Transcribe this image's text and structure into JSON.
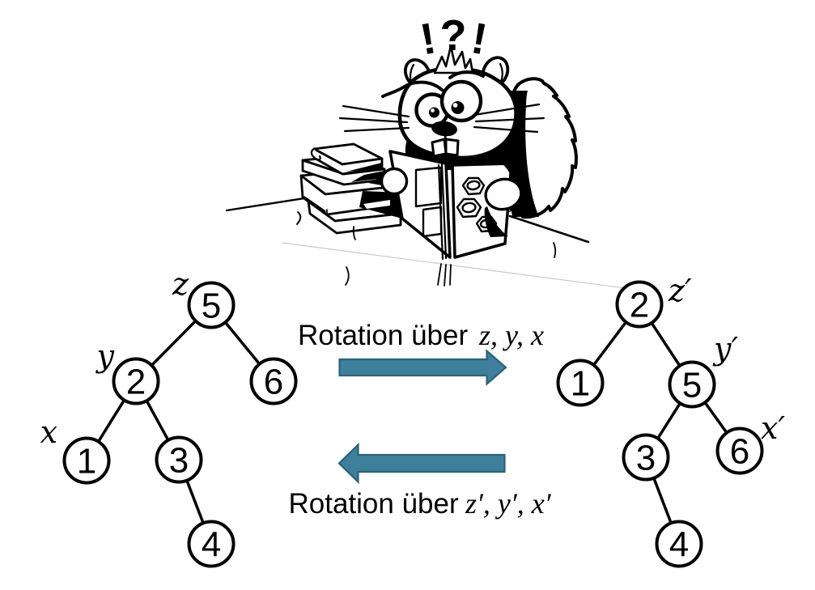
{
  "background": "#ffffff",
  "ink": "#000000",
  "illustration": {
    "icon": "squirrel-reading-book-icon",
    "exclamation": {
      "text": "!?!",
      "chars": [
        "!",
        "?",
        "!"
      ]
    }
  },
  "arrows": {
    "fill": "#3e7f9b",
    "stroke": "#2d6377",
    "forward": {
      "direction": "right",
      "label_prefix": "Rotation über",
      "label_math": "z, y, x"
    },
    "backward": {
      "direction": "left",
      "label_prefix": "Rotation über",
      "label_math": "z′, y′, x′"
    }
  },
  "left_tree": {
    "nodes": [
      {
        "value": "5",
        "label": "z"
      },
      {
        "value": "2",
        "label": "y"
      },
      {
        "value": "6",
        "label": ""
      },
      {
        "value": "1",
        "label": "x"
      },
      {
        "value": "3",
        "label": ""
      },
      {
        "value": "4",
        "label": ""
      }
    ],
    "edges": [
      [
        "5",
        "2"
      ],
      [
        "5",
        "6"
      ],
      [
        "2",
        "1"
      ],
      [
        "2",
        "3"
      ],
      [
        "3",
        "4"
      ]
    ]
  },
  "right_tree": {
    "nodes": [
      {
        "value": "2",
        "label": "z′"
      },
      {
        "value": "1",
        "label": ""
      },
      {
        "value": "5",
        "label": "y′"
      },
      {
        "value": "3",
        "label": ""
      },
      {
        "value": "6",
        "label": "x′"
      },
      {
        "value": "4",
        "label": ""
      }
    ],
    "edges": [
      [
        "2",
        "1"
      ],
      [
        "2",
        "5"
      ],
      [
        "5",
        "3"
      ],
      [
        "5",
        "6"
      ],
      [
        "3",
        "4"
      ]
    ]
  }
}
